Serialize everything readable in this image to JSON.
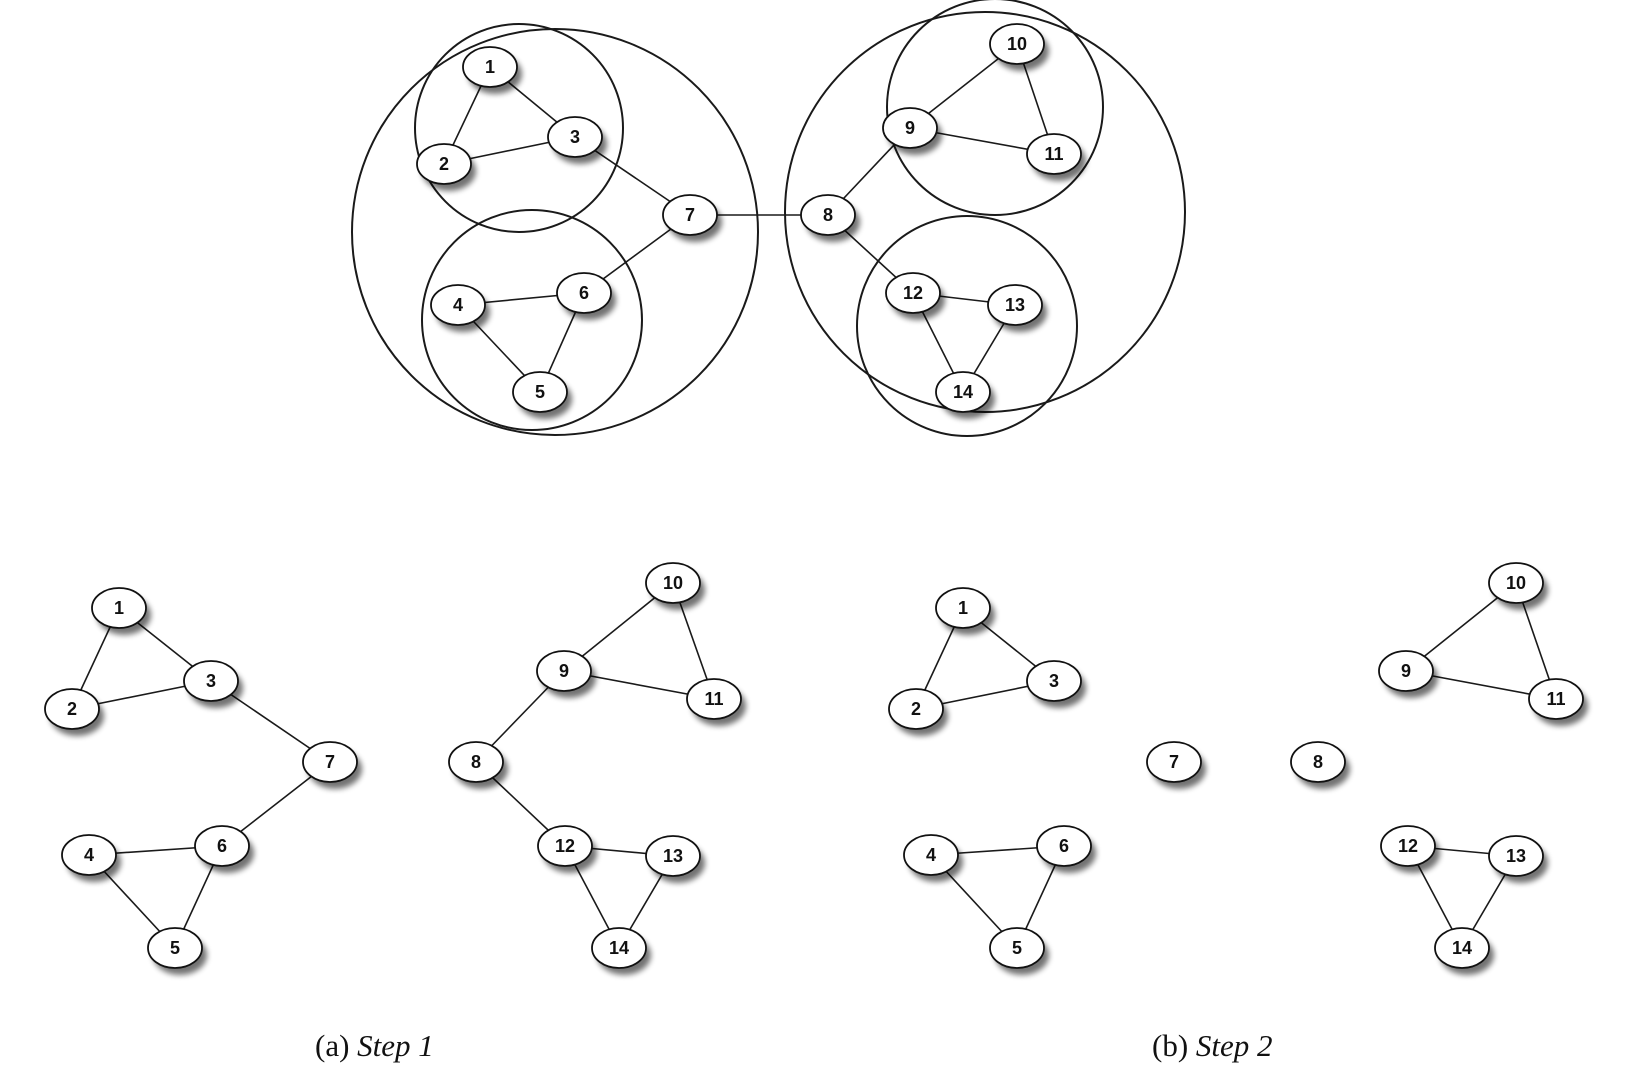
{
  "graph": {
    "nodes": [
      "1",
      "2",
      "3",
      "4",
      "5",
      "6",
      "7",
      "8",
      "9",
      "10",
      "11",
      "12",
      "13",
      "14"
    ],
    "edges": [
      [
        "1",
        "2"
      ],
      [
        "1",
        "3"
      ],
      [
        "2",
        "3"
      ],
      [
        "3",
        "7"
      ],
      [
        "6",
        "7"
      ],
      [
        "4",
        "6"
      ],
      [
        "4",
        "5"
      ],
      [
        "5",
        "6"
      ],
      [
        "7",
        "8"
      ],
      [
        "8",
        "9"
      ],
      [
        "8",
        "12"
      ],
      [
        "9",
        "10"
      ],
      [
        "9",
        "11"
      ],
      [
        "10",
        "11"
      ],
      [
        "12",
        "13"
      ],
      [
        "12",
        "14"
      ],
      [
        "13",
        "14"
      ]
    ],
    "communities": {
      "top_level": [
        [
          "1",
          "2",
          "3",
          "4",
          "5",
          "6",
          "7"
        ],
        [
          "8",
          "9",
          "10",
          "11",
          "12",
          "13",
          "14"
        ]
      ],
      "sub_level": [
        [
          "1",
          "2",
          "3"
        ],
        [
          "4",
          "5",
          "6"
        ],
        [
          "9",
          "10",
          "11"
        ],
        [
          "12",
          "13",
          "14"
        ]
      ]
    }
  },
  "panels": [
    {
      "id": "a",
      "caption_prefix": "(a)",
      "caption_step": "Step 1",
      "removed_edges": [
        [
          "7",
          "8"
        ]
      ]
    },
    {
      "id": "b",
      "caption_prefix": "(b)",
      "caption_step": "Step 2",
      "removed_edges": [
        [
          "7",
          "8"
        ],
        [
          "3",
          "7"
        ],
        [
          "6",
          "7"
        ],
        [
          "8",
          "9"
        ],
        [
          "8",
          "12"
        ]
      ]
    }
  ]
}
